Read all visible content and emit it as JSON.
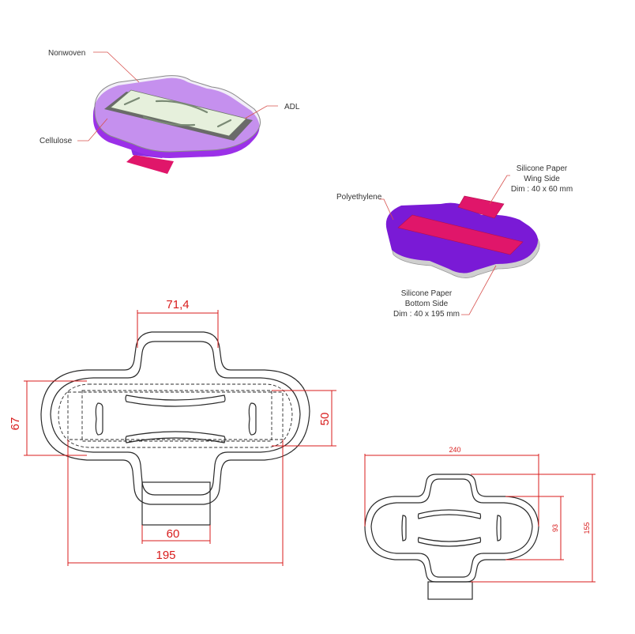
{
  "labels": {
    "nonwoven": "Nonwoven",
    "adl": "ADL",
    "cellulose": "Cellulose",
    "polyethylene": "Polyethylene",
    "wing_side": [
      "Silicone Paper",
      "Wing Side",
      "Dim : 40 x 60 mm"
    ],
    "bottom_side": [
      "Silicone Paper",
      "Bottom Side",
      "Dim : 40 x 195 mm"
    ]
  },
  "dimensions_front": {
    "top_width": "71,4",
    "height_left": "67",
    "height_right": "50",
    "tab_width": "60",
    "total_length": "195"
  },
  "dimensions_side": {
    "total_length": "240",
    "inner_height": "93",
    "total_height": "155"
  },
  "colors": {
    "purple": "#8a2be2",
    "magenta": "#e0166a",
    "dimension_red": "#d81c1c",
    "leader": "#d8524f"
  }
}
